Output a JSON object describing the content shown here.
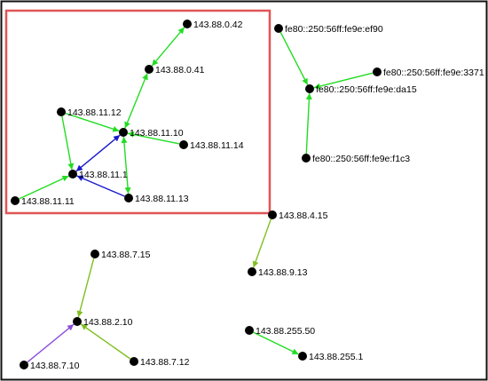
{
  "colors": {
    "border": "#111111",
    "selection": "#e05555",
    "node": "#000000",
    "edge_green": "#22dd22",
    "edge_olive": "#7fbf20",
    "edge_blue": "#1a1acc",
    "edge_purple": "#8a4fd8"
  },
  "nodes": [
    {
      "id": "n1",
      "label": "143.88.0.42"
    },
    {
      "id": "n2",
      "label": "143.88.0.41"
    },
    {
      "id": "n3",
      "label": "143.88.11.12"
    },
    {
      "id": "n4",
      "label": "143.88.11.10"
    },
    {
      "id": "n5",
      "label": "143.88.11.14"
    },
    {
      "id": "n6",
      "label": "143.88.11.1"
    },
    {
      "id": "n7",
      "label": "143.88.11.13"
    },
    {
      "id": "n8",
      "label": "143.88.11.11"
    },
    {
      "id": "n9",
      "label": "fe80::250:56ff:fe9e:ef90"
    },
    {
      "id": "n10",
      "label": "fe80::250:56ff:fe9e:3371"
    },
    {
      "id": "n11",
      "label": "fe80::250:56ff:fe9e:da15"
    },
    {
      "id": "n12",
      "label": "fe80::250:56ff:fe9e:f1c3"
    },
    {
      "id": "n13",
      "label": "143.88.4.15"
    },
    {
      "id": "n14",
      "label": "143.88.9.13"
    },
    {
      "id": "n15",
      "label": "143.88.7.15"
    },
    {
      "id": "n16",
      "label": "143.88.2.10"
    },
    {
      "id": "n17",
      "label": "143.88.7.10"
    },
    {
      "id": "n18",
      "label": "143.88.7.12"
    },
    {
      "id": "n19",
      "label": "143.88.255.50"
    },
    {
      "id": "n20",
      "label": "143.88.255.1"
    }
  ],
  "edges": [
    {
      "from": "n2",
      "to": "n1",
      "color": "green",
      "arrows": "both"
    },
    {
      "from": "n4",
      "to": "n2",
      "color": "green",
      "arrows": "both"
    },
    {
      "from": "n3",
      "to": "n4",
      "color": "green",
      "arrows": "end"
    },
    {
      "from": "n5",
      "to": "n4",
      "color": "green",
      "arrows": "end"
    },
    {
      "from": "n7",
      "to": "n4",
      "color": "green",
      "arrows": "both"
    },
    {
      "from": "n6",
      "to": "n4",
      "color": "blue",
      "arrows": "both"
    },
    {
      "from": "n6",
      "to": "n7",
      "color": "blue",
      "arrows": "start"
    },
    {
      "from": "n3",
      "to": "n6",
      "color": "green",
      "arrows": "end"
    },
    {
      "from": "n8",
      "to": "n6",
      "color": "green",
      "arrows": "end"
    },
    {
      "from": "n9",
      "to": "n11",
      "color": "green",
      "arrows": "end"
    },
    {
      "from": "n10",
      "to": "n11",
      "color": "green",
      "arrows": "end"
    },
    {
      "from": "n12",
      "to": "n11",
      "color": "green",
      "arrows": "end"
    },
    {
      "from": "n13",
      "to": "n14",
      "color": "olive",
      "arrows": "end"
    },
    {
      "from": "n15",
      "to": "n16",
      "color": "olive",
      "arrows": "end"
    },
    {
      "from": "n17",
      "to": "n16",
      "color": "purple",
      "arrows": "end"
    },
    {
      "from": "n18",
      "to": "n16",
      "color": "olive",
      "arrows": "end"
    },
    {
      "from": "n19",
      "to": "n20",
      "color": "green",
      "arrows": "end"
    }
  ]
}
